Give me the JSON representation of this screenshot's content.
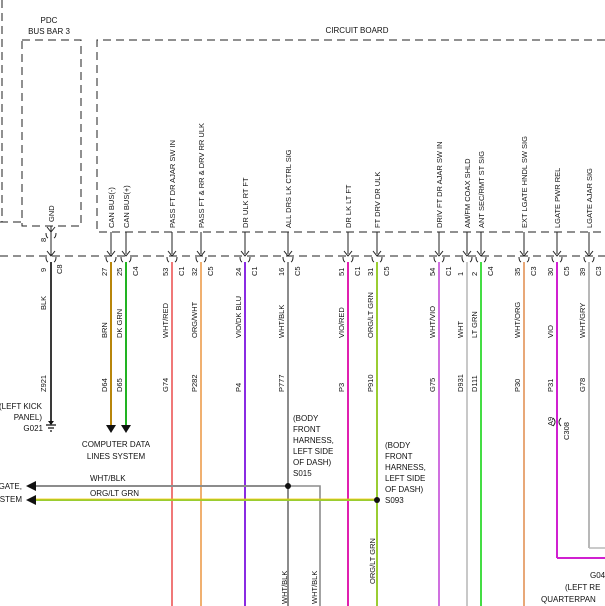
{
  "title_components": {
    "pdc": "PDC",
    "bus_bar": "BUS BAR 3",
    "circuit_board": "CIRCUIT BOARD"
  },
  "gnd_circuit": {
    "function": "GND",
    "upper_pin": "8",
    "lower_pin": "9",
    "connector": "C8",
    "wire_color": "BLK",
    "circuit": "Z921",
    "color_hex": "#3a3a3a",
    "ground_label_lines": [
      "(LEFT KICK",
      "PANEL)"
    ],
    "ground_id": "G021"
  },
  "circuits": [
    {
      "function": "CAN BUS(-)",
      "pin": "27",
      "connector": "",
      "wire_color": "BRN",
      "circuit": "D64",
      "color_hex": "#b8860b"
    },
    {
      "function": "CAN BUS(+)",
      "pin": "25",
      "connector": "C4",
      "wire_color": "DK GRN",
      "circuit": "D65",
      "color_hex": "#22b322"
    },
    {
      "function": "PASS FT DR AJAR SW IN",
      "pin": "53",
      "connector": "C1",
      "wire_color": "WHT/RED",
      "circuit": "G74",
      "color_hex": "#f07878"
    },
    {
      "function": "PASS FT & RR & DRV RR ULK",
      "pin": "32",
      "connector": "C5",
      "wire_color": "ORG/WHT",
      "circuit": "P282",
      "color_hex": "#f0b070"
    },
    {
      "function": "DR ULK RT FT",
      "pin": "24",
      "connector": "C1",
      "wire_color": "VIO/DK BLU",
      "circuit": "P4",
      "color_hex": "#8a2be2"
    },
    {
      "function": "ALL DRS LK CTRL SIG",
      "pin": "16",
      "connector": "C5",
      "wire_color": "WHT/BLK",
      "circuit": "P777",
      "color_hex": "#8c8c8c"
    },
    {
      "function": "DR LK LT FT",
      "pin": "51",
      "connector": "C1",
      "wire_color": "VIO/RED",
      "circuit": "P3",
      "color_hex": "#e020b0"
    },
    {
      "function": "FT DRV DR ULK",
      "pin": "31",
      "connector": "C5",
      "wire_color": "ORG/LT GRN",
      "circuit": "P910",
      "color_hex": "#9acd32"
    },
    {
      "function": "DRIV FT DR AJAR SW IN",
      "pin": "54",
      "connector": "C1",
      "wire_color": "WHT/VIO",
      "circuit": "G75",
      "color_hex": "#d070e0"
    },
    {
      "function": "AM/FM COAX SHLD",
      "pin": "1",
      "connector": "",
      "wire_color": "WHT",
      "circuit": "D931",
      "color_hex": "#c8c8c8"
    },
    {
      "function": "ANT SEC/RMT ST SIG",
      "pin": "2",
      "connector": "C4",
      "wire_color": "LT GRN",
      "circuit": "D111",
      "color_hex": "#44dd44"
    },
    {
      "function": "EXT LGATE HNDL SW SIG",
      "pin": "35",
      "connector": "C3",
      "wire_color": "WHT/ORG",
      "circuit": "P30",
      "color_hex": "#e8a878"
    },
    {
      "function": "LGATE PWR REL",
      "pin": "30",
      "connector": "C5",
      "wire_color": "VIO",
      "circuit": "P31",
      "color_hex": "#d020d0"
    },
    {
      "function": "LGATE AJAR SIG",
      "pin": "39",
      "connector": "C3",
      "wire_color": "WHT/GRY",
      "circuit": "G78",
      "color_hex": "#b8b8b8"
    }
  ],
  "computer_data_lines": [
    "COMPUTER DATA",
    "LINES SYSTEM"
  ],
  "splices": [
    {
      "id": "S015",
      "location_lines": [
        "(BODY",
        "FRONT",
        "HARNESS,",
        "LEFT SIDE",
        "OF DASH)"
      ]
    },
    {
      "id": "S093",
      "location_lines": [
        "(BODY",
        "FRONT",
        "HARNESS,",
        "LEFT SIDE",
        "OF DASH)"
      ]
    }
  ],
  "left_outputs": [
    {
      "text_fragment": "GATE,",
      "wire_label": "WHT/BLK",
      "color_hex": "#8c8c8c"
    },
    {
      "text_fragment": "STEM",
      "wire_label": "ORG/LT GRN",
      "color_hex": "#9acd32"
    }
  ],
  "lower_wire_labels": [
    "WHT/BLK",
    "WHT/BLK",
    "ORG/LT GRN"
  ],
  "inline_connector": {
    "pin": "A9",
    "connector": "C308"
  },
  "ground_bottom_right": {
    "id_fragment": "G04",
    "lines": [
      "(LEFT RE",
      "QUARTERPAN"
    ]
  }
}
